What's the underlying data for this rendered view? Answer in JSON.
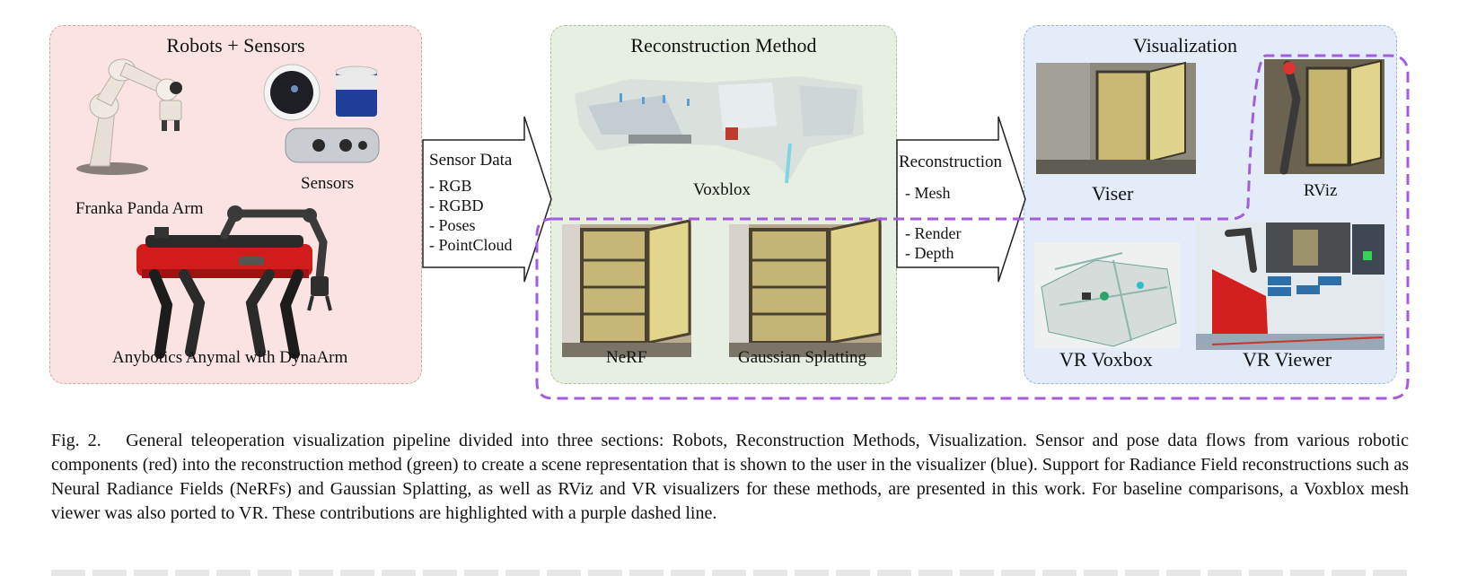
{
  "figure": {
    "sections": {
      "robots": {
        "title": "Robots + Sensors",
        "labels": {
          "sensors": "Sensors",
          "franka": "Franka Panda Arm",
          "anymal": "Anybotics Anymal with DynaArm"
        }
      },
      "reconstruction": {
        "title": "Reconstruction Method",
        "labels": {
          "voxblox": "Voxblox",
          "nerf": "NeRF",
          "gaussian": "Gaussian Splatting"
        }
      },
      "visualization": {
        "title": "Visualization",
        "labels": {
          "viser": "Viser",
          "rviz": "RViz",
          "vr_voxbox": "VR Voxbox",
          "vr_viewer": "VR Viewer"
        }
      }
    },
    "arrows": {
      "sensor_data": {
        "heading": "Sensor Data",
        "items": [
          "- RGB",
          "- RGBD",
          "- Poses",
          "- PointCloud"
        ]
      },
      "reconstruction": {
        "heading": "Reconstruction",
        "items_top": [
          "- Mesh"
        ],
        "items_bottom": [
          "- Render",
          "- Depth"
        ]
      }
    },
    "colors": {
      "robots_bg": "#fbe3e3",
      "recon_bg": "#e6efe1",
      "vis_bg": "#e3ecf8",
      "highlight": "#a25ddc"
    }
  },
  "caption": {
    "label": "Fig. 2.",
    "text": "General teleoperation visualization pipeline divided into three sections: Robots, Reconstruction Methods, Visualization. Sensor and pose data flows from various robotic components (red) into the reconstruction method (green) to create a scene representation that is shown to the user in the visualizer (blue). Support for Radiance Field reconstructions such as Neural Radiance Fields (NeRFs) and Gaussian Splatting, as well as RViz and VR visualizers for these methods, are presented in this work. For baseline comparisons, a Voxblox mesh viewer was also ported to VR. These contributions are highlighted with a purple dashed line."
  }
}
